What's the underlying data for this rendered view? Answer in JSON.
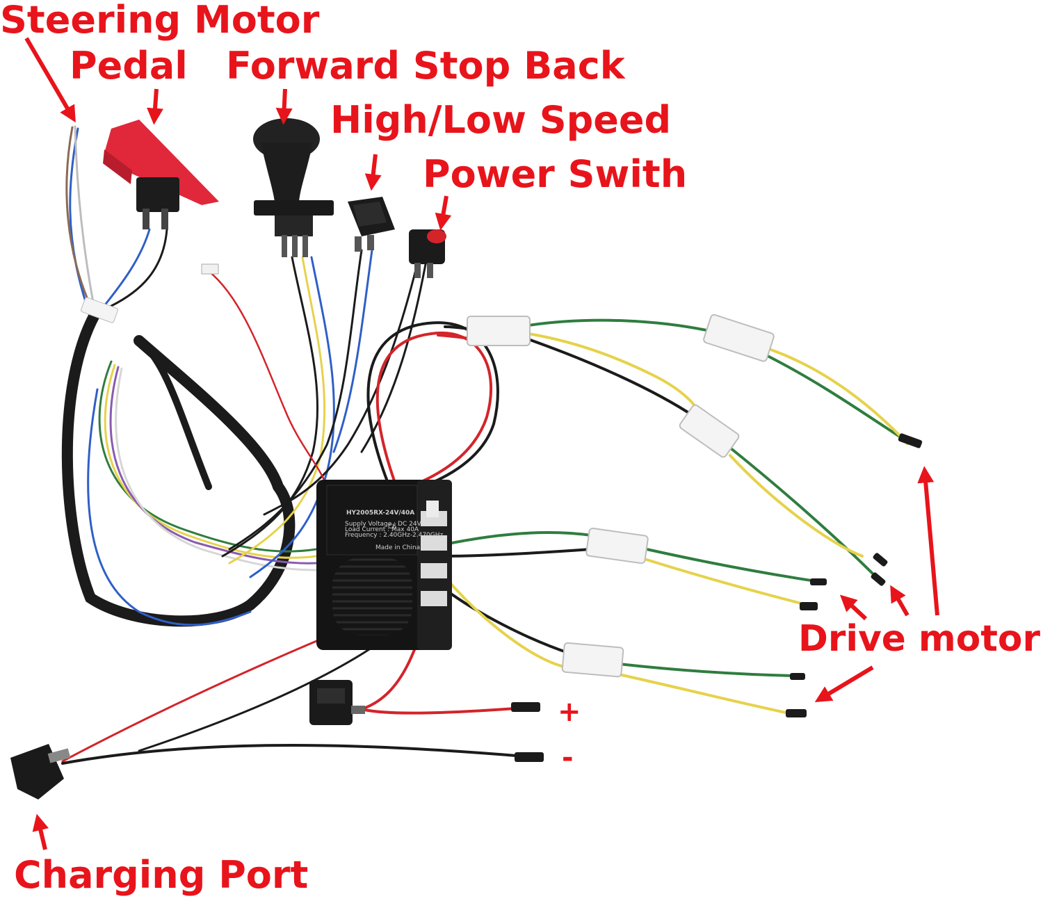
{
  "colors": {
    "label": "#e8141b",
    "wire_black": "#1b1b1b",
    "wire_red": "#d3242a",
    "wire_green": "#2f7d3f",
    "wire_yellow": "#e6d24b",
    "wire_blue": "#2f5fc7",
    "connector": "#f4f4f4",
    "controller": "#141414",
    "pedal": "#e0283a"
  },
  "labels": {
    "steering_motor": "Steering Motor",
    "pedal": "Pedal",
    "forward_stop_back": "Forward Stop Back",
    "high_low_speed": "High/Low Speed",
    "power_switch": "Power Swith",
    "drive_motor": "Drive motor",
    "charging_port": "Charging Port",
    "plus": "+",
    "minus": "-"
  },
  "controller": {
    "model": "HY2005RX-24V/40A",
    "supply_voltage": "Supply Voltage : DC 24V",
    "load_current": "Load Current : Max 40A",
    "frequency": "Frequency : 2.40GHz-2.470GHz",
    "origin": "Made in China",
    "mark": "CE"
  },
  "icons": [
    "arrow-icon",
    "pedal-icon",
    "gear-knob-icon",
    "rocker-switch-icon",
    "push-button-icon",
    "connector-icon",
    "controller-box-icon",
    "charging-port-icon"
  ]
}
